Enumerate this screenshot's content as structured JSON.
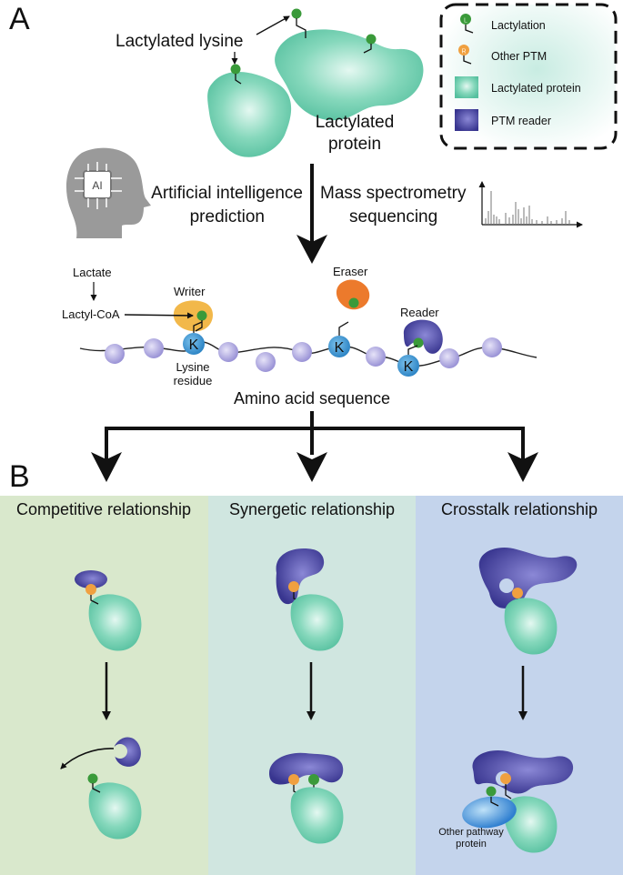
{
  "panel_a": {
    "letter": "A",
    "lactylated_lysine": "Lactylated lysine",
    "protein_line1": "Lactylated",
    "protein_line2": "protein",
    "ai_chip_label": "AI",
    "ai_line1": "Artificial intelligence",
    "ai_line2": "prediction",
    "ms_line1": "Mass spectrometry",
    "ms_line2": "sequencing",
    "lactate": "Lactate",
    "lactyl_coa": "Lactyl-CoA",
    "writer": "Writer",
    "eraser": "Eraser",
    "reader": "Reader",
    "lysine_letter": "K",
    "lysine_residue_line1": "Lysine",
    "lysine_residue_line2": "residue",
    "amino_acid_sequence": "Amino acid sequence",
    "lac_mark": "L",
    "ptm_mark": "R"
  },
  "legend": {
    "items": [
      {
        "label": "Lactylation",
        "icon": "lactylation-icon"
      },
      {
        "label": "Other PTM",
        "icon": "other-ptm-icon"
      },
      {
        "label": "Lactylated protein",
        "icon": "lactylated-protein-swatch"
      },
      {
        "label": "PTM reader",
        "icon": "ptm-reader-swatch"
      }
    ]
  },
  "panel_b": {
    "letter": "B",
    "columns": [
      {
        "title": "Competitive relationship",
        "bg": "#d9e8cc"
      },
      {
        "title": "Synergetic relationship",
        "bg": "#d0e6e0"
      },
      {
        "title": "Crosstalk relationship",
        "bg": "#c4d4ec"
      }
    ],
    "other_pathway_line1": "Other pathway",
    "other_pathway_line2": "protein"
  },
  "colors": {
    "protein": "#6fcfb0",
    "reader": "#4a47a3",
    "lactylation": "#3a9a3a",
    "other_ptm": "#f0a040",
    "lysine": "#4aa0d8",
    "bead": "#b4aee0",
    "writer": "#f2b84a",
    "eraser": "#ec7a2c"
  }
}
